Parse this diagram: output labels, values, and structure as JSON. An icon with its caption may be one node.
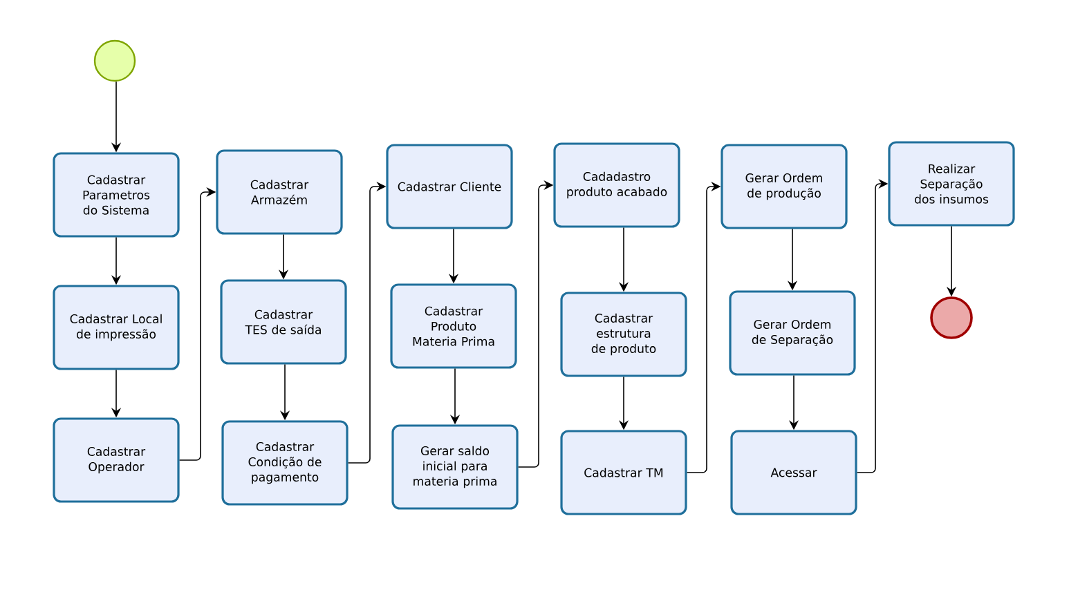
{
  "diagram": {
    "nodes": [
      {
        "text": [],
        "shape": "circle"
      },
      {
        "text": [
          "Cadastrar Parametros do Sistema"
        ]
      },
      {
        "text": [
          "Cadastrar Local de impressão"
        ]
      },
      {
        "text": [
          "Cadastrar Operador"
        ]
      },
      {
        "text": [
          "Cadastrar Armazém"
        ]
      },
      {
        "text": [
          "Cadastrar TES de saída"
        ]
      },
      {
        "text": [
          "Cadastrar Condição de pagamento"
        ]
      },
      {
        "text": [
          "Cadastrar Cliente"
        ]
      },
      {
        "text": [
          "Cadastrar Produto Materia Prima"
        ]
      },
      {
        "text": [
          "Gerar saldo inicial para materia prima"
        ]
      },
      {
        "text": [
          "Cadadastro produto acabado"
        ]
      },
      {
        "text": [
          "Cadastrar estrutura de produto"
        ]
      },
      {
        "text": [
          "Cadastrar TM"
        ]
      },
      {
        "text": [
          "Gerar Ordem de produção"
        ]
      },
      {
        "text": [
          "Gerar Ordem de Separação"
        ]
      },
      {
        "text": [
          "Acessar"
        ]
      },
      {
        "text": [
          "Realizar Separação dos insumos"
        ]
      },
      {
        "text": [],
        "shape": "circle"
      }
    ],
    "edges": [
      {
        "from": 0,
        "to": 1,
        "arrow": "to"
      },
      {
        "from": 1,
        "to": 2,
        "arrow": "to"
      },
      {
        "from": 2,
        "to": 3,
        "arrow": "to"
      },
      {
        "from": 3,
        "to": 4,
        "arrow": "to"
      },
      {
        "from": 4,
        "to": 5,
        "arrow": "to"
      },
      {
        "from": 5,
        "to": 6,
        "arrow": "to"
      },
      {
        "from": 6,
        "to": 7,
        "arrow": "to"
      },
      {
        "from": 7,
        "to": 8,
        "arrow": "to"
      },
      {
        "from": 8,
        "to": 9,
        "arrow": "to"
      },
      {
        "from": 9,
        "to": 10,
        "arrow": "to"
      },
      {
        "from": 10,
        "to": 11,
        "arrow": "to"
      },
      {
        "from": 11,
        "to": 12,
        "arrow": "to"
      },
      {
        "from": 12,
        "to": 13,
        "arrow": "to"
      },
      {
        "from": 13,
        "to": 14,
        "arrow": "to"
      },
      {
        "from": 14,
        "to": 15,
        "arrow": "to"
      },
      {
        "from": 15,
        "to": 16,
        "arrow": "to"
      },
      {
        "from": 16,
        "to": 17,
        "arrow": "to"
      }
    ]
  }
}
